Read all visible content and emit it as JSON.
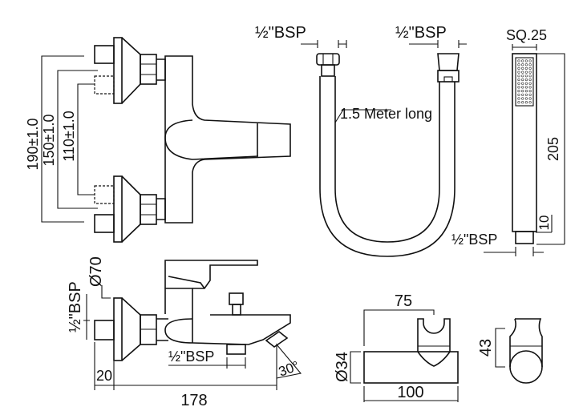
{
  "top_view": {
    "dim_190": "190±1.0",
    "dim_150": "150±1.0",
    "dim_110": "110±1.0"
  },
  "hose": {
    "left_thread": "½\"BSP",
    "right_thread": "½\"BSP",
    "length_label": "1.5 Meter long"
  },
  "hand_shower": {
    "width_label": "SQ.25",
    "length_label": "205",
    "connector_length": "10",
    "thread_label": "½\"BSP"
  },
  "side_view": {
    "inlet_thread": "½\"BSP",
    "flange_diameter": "Ø70",
    "outlet_thread": "½\"BSP",
    "offset": "20",
    "length": "178",
    "angle": "30°"
  },
  "holder": {
    "depth": "75",
    "length": "100",
    "diameter": "Ø34",
    "height": "43"
  }
}
